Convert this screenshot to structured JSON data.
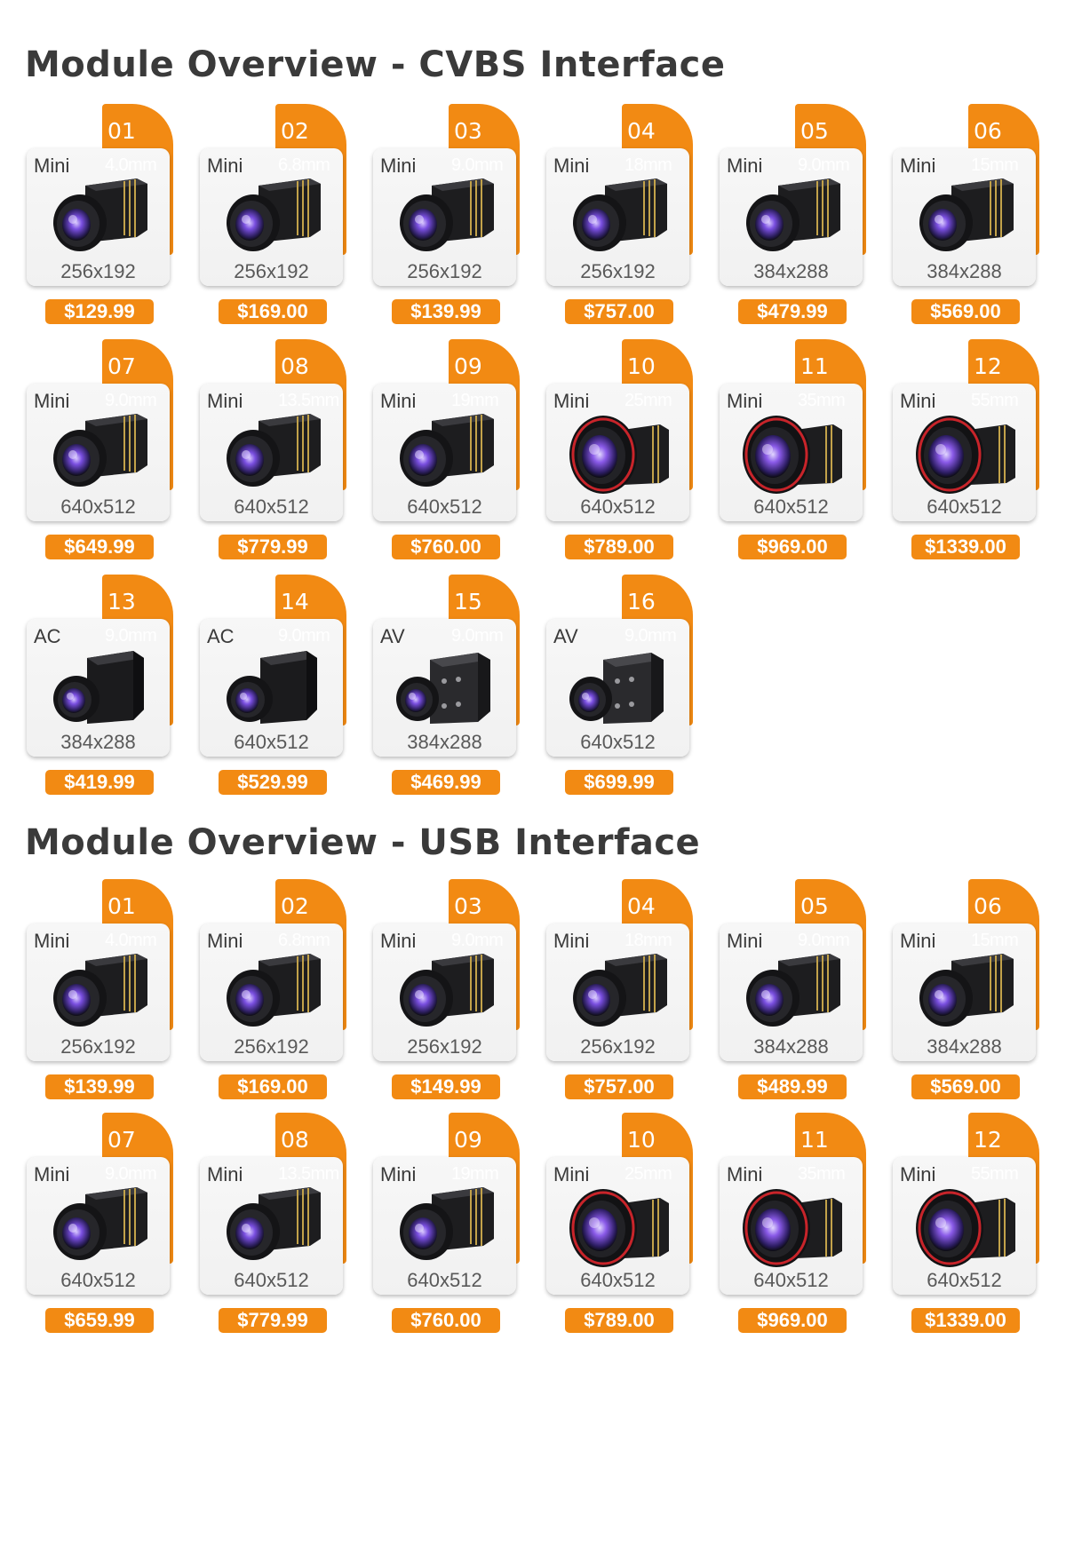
{
  "sections": [
    {
      "title": "Module Overview - CVBS Interface",
      "modules": [
        {
          "num": "01",
          "type": "Mini",
          "focal": "4.0mm",
          "resolution": "256x192",
          "price": "$129.99",
          "icon": "mini-camera-icon"
        },
        {
          "num": "02",
          "type": "Mini",
          "focal": "6.8mm",
          "resolution": "256x192",
          "price": "$169.00",
          "icon": "mini-camera-icon"
        },
        {
          "num": "03",
          "type": "Mini",
          "focal": "9.0mm",
          "resolution": "256x192",
          "price": "$139.99",
          "icon": "mini-camera-icon"
        },
        {
          "num": "04",
          "type": "Mini",
          "focal": "18mm",
          "resolution": "256x192",
          "price": "$757.00",
          "icon": "mini-camera-icon"
        },
        {
          "num": "05",
          "type": "Mini",
          "focal": "9.0mm",
          "resolution": "384x288",
          "price": "$479.99",
          "icon": "mini-camera-icon"
        },
        {
          "num": "06",
          "type": "Mini",
          "focal": "15mm",
          "resolution": "384x288",
          "price": "$569.00",
          "icon": "mini-camera-icon"
        },
        {
          "num": "07",
          "type": "Mini",
          "focal": "9.0mm",
          "resolution": "640x512",
          "price": "$649.99",
          "icon": "mini-camera-icon"
        },
        {
          "num": "08",
          "type": "Mini",
          "focal": "13.5mm",
          "resolution": "640x512",
          "price": "$779.99",
          "icon": "mini-camera-icon"
        },
        {
          "num": "09",
          "type": "Mini",
          "focal": "19mm",
          "resolution": "640x512",
          "price": "$760.00",
          "icon": "mini-camera-icon"
        },
        {
          "num": "10",
          "type": "Mini",
          "focal": "25mm",
          "resolution": "640x512",
          "price": "$789.00",
          "icon": "large-lens-camera-icon"
        },
        {
          "num": "11",
          "type": "Mini",
          "focal": "35mm",
          "resolution": "640x512",
          "price": "$969.00",
          "icon": "large-lens-camera-icon"
        },
        {
          "num": "12",
          "type": "Mini",
          "focal": "55mm",
          "resolution": "640x512",
          "price": "$1339.00",
          "icon": "large-lens-camera-icon"
        },
        {
          "num": "13",
          "type": "AC",
          "focal": "9.0mm",
          "resolution": "384x288",
          "price": "$419.99",
          "icon": "ac-camera-icon"
        },
        {
          "num": "14",
          "type": "AC",
          "focal": "9.0mm",
          "resolution": "640x512",
          "price": "$529.99",
          "icon": "ac-camera-icon"
        },
        {
          "num": "15",
          "type": "AV",
          "focal": "9.0mm",
          "resolution": "384x288",
          "price": "$469.99",
          "icon": "av-camera-icon"
        },
        {
          "num": "16",
          "type": "AV",
          "focal": "9.0mm",
          "resolution": "640x512",
          "price": "$699.99",
          "icon": "av-camera-icon"
        }
      ]
    },
    {
      "title": "Module Overview - USB Interface",
      "modules": [
        {
          "num": "01",
          "type": "Mini",
          "focal": "4.0mm",
          "resolution": "256x192",
          "price": "$139.99",
          "icon": "mini-camera-icon"
        },
        {
          "num": "02",
          "type": "Mini",
          "focal": "6.8mm",
          "resolution": "256x192",
          "price": "$169.00",
          "icon": "mini-camera-icon"
        },
        {
          "num": "03",
          "type": "Mini",
          "focal": "9.0mm",
          "resolution": "256x192",
          "price": "$149.99",
          "icon": "mini-camera-icon"
        },
        {
          "num": "04",
          "type": "Mini",
          "focal": "18mm",
          "resolution": "256x192",
          "price": "$757.00",
          "icon": "mini-camera-icon"
        },
        {
          "num": "05",
          "type": "Mini",
          "focal": "9.0mm",
          "resolution": "384x288",
          "price": "$489.99",
          "icon": "mini-camera-icon"
        },
        {
          "num": "06",
          "type": "Mini",
          "focal": "15mm",
          "resolution": "384x288",
          "price": "$569.00",
          "icon": "mini-camera-icon"
        },
        {
          "num": "07",
          "type": "Mini",
          "focal": "9.0mm",
          "resolution": "640x512",
          "price": "$659.99",
          "icon": "mini-camera-icon"
        },
        {
          "num": "08",
          "type": "Mini",
          "focal": "13.5mm",
          "resolution": "640x512",
          "price": "$779.99",
          "icon": "mini-camera-icon"
        },
        {
          "num": "09",
          "type": "Mini",
          "focal": "19mm",
          "resolution": "640x512",
          "price": "$760.00",
          "icon": "mini-camera-icon"
        },
        {
          "num": "10",
          "type": "Mini",
          "focal": "25mm",
          "resolution": "640x512",
          "price": "$789.00",
          "icon": "large-lens-camera-icon"
        },
        {
          "num": "11",
          "type": "Mini",
          "focal": "35mm",
          "resolution": "640x512",
          "price": "$969.00",
          "icon": "large-lens-camera-icon"
        },
        {
          "num": "12",
          "type": "Mini",
          "focal": "55mm",
          "resolution": "640x512",
          "price": "$1339.00",
          "icon": "large-lens-camera-icon"
        }
      ]
    }
  ],
  "colors": {
    "accent": "#f28a13",
    "title": "#3a3a3a",
    "resolution_text": "#595959",
    "card_bg": "#f4f4f4"
  }
}
